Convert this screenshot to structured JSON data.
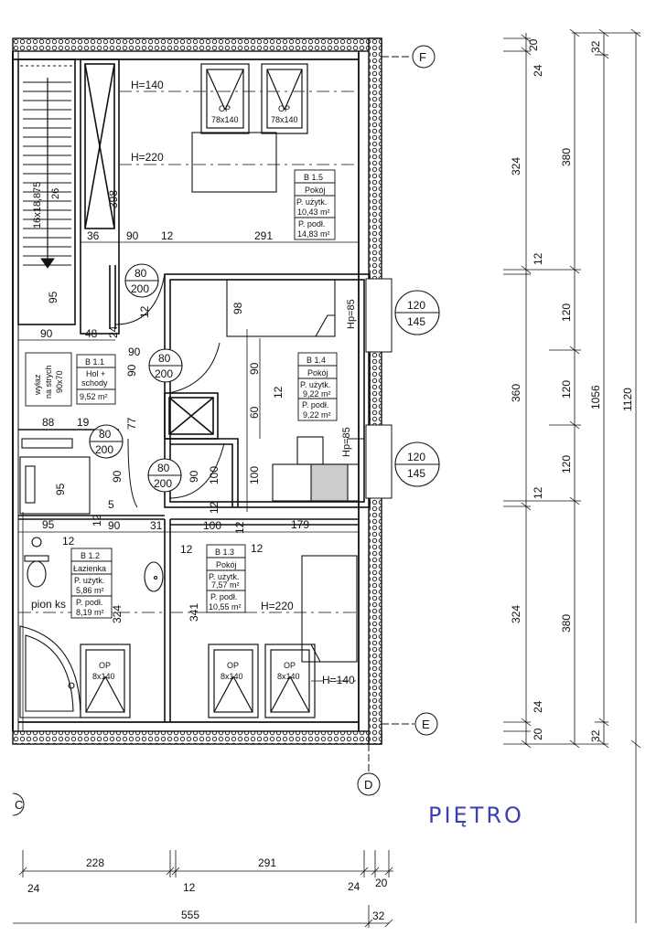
{
  "room_labels": {
    "b15": {
      "id": "B 1.5",
      "name": "Pokój",
      "l1": "P. użytk.",
      "v1": "10,43 m²",
      "l2": "P. podł.",
      "v2": "14,83 m²"
    },
    "b14": {
      "id": "B 1.4",
      "name": "Pokój",
      "l1": "P. użytk.",
      "v1": "9,22 m²",
      "l2": "P. podł.",
      "v2": "9,22 m²"
    },
    "b11": {
      "id": "B 1.1",
      "name1": "Hol +",
      "name2": "schody",
      "v": "9,52 m²"
    },
    "b12": {
      "id": "B 1.2",
      "name": "Łazienka",
      "l1": "P. użytk.",
      "v1": "5,86 m²",
      "l2": "P. podł.",
      "v2": "8,19 m²"
    },
    "b13": {
      "id": "B 1.3",
      "name": "Pokój",
      "l1": "P. użytk.",
      "v1": "7,57 m²",
      "l2": "P. podł.",
      "v2": "10,55 m²"
    }
  },
  "heights": {
    "h140": "H=140",
    "h220": "H=220",
    "hp85": "Hp=85"
  },
  "window_labels": {
    "op": "OP",
    "size78": "78x140",
    "size8": "8x140"
  },
  "door_labels": {
    "d80": "80",
    "d200": "200",
    "d120": "120",
    "d145": "145"
  },
  "attic_hatch": {
    "l1": "wyłaz",
    "l2": "na strych",
    "l3": "90x70"
  },
  "stairs_label": {
    "a": "16x18,875",
    "b": "26"
  },
  "pion_label": "pion ks",
  "dims": {
    "d398": "398",
    "d36": "36",
    "d90": "90",
    "d12": "12",
    "d291": "291",
    "d95": "95",
    "d48": "48",
    "d24": "24",
    "d98": "98",
    "d85": "85",
    "d88": "88",
    "d19": "19",
    "d77": "77",
    "d60": "60",
    "d100": "100",
    "d5": "5",
    "d31": "31",
    "d179": "179",
    "d341": "341",
    "d324": "324",
    "d228": "228",
    "d555": "555",
    "d32": "32",
    "d20": "20",
    "d380": "380",
    "d120": "120",
    "d360": "360",
    "d1056": "1056",
    "d1120": "1120"
  },
  "axes": {
    "f": "F",
    "e": "E",
    "d": "D",
    "c": "C"
  },
  "handwritten": "PIĘTRO"
}
